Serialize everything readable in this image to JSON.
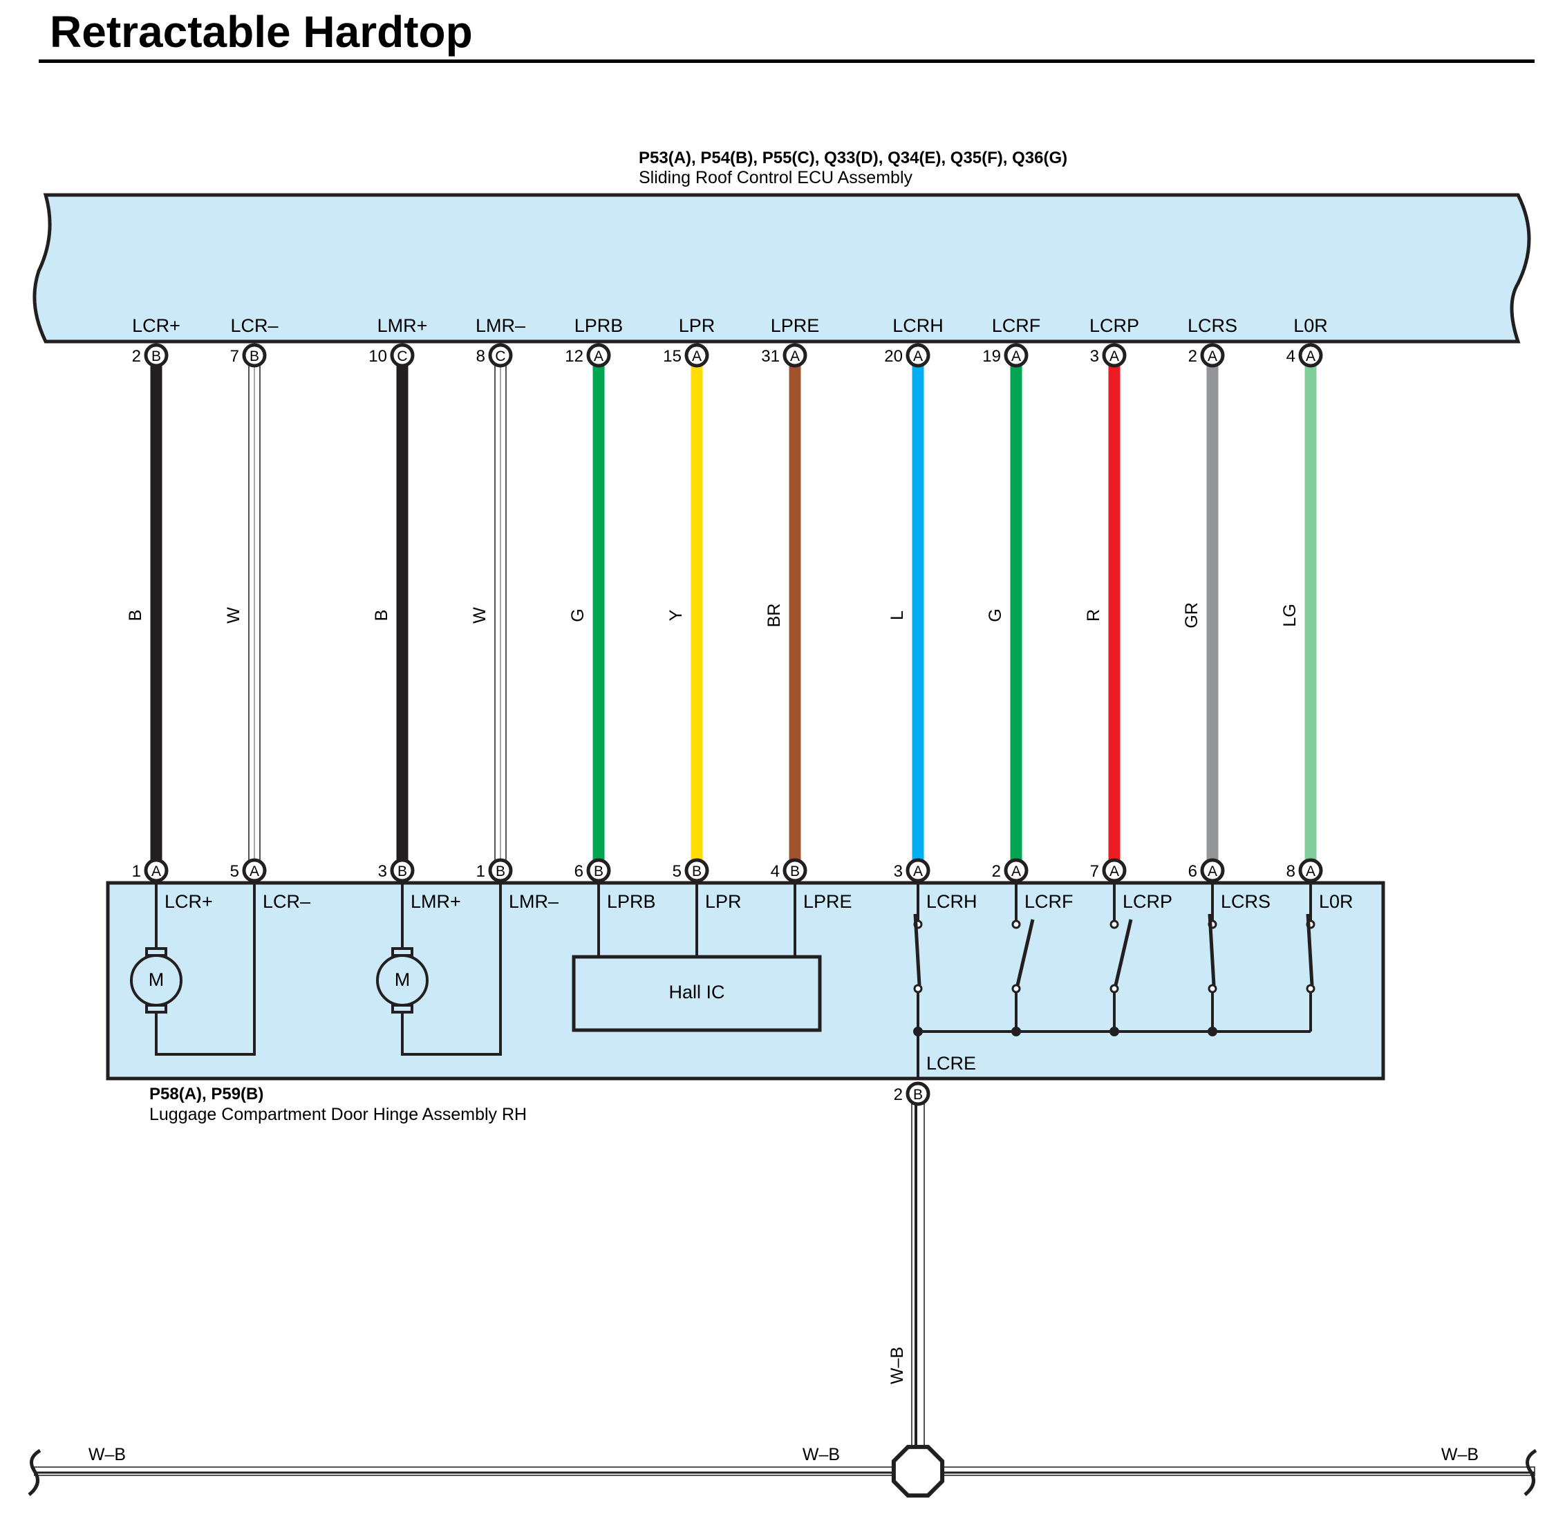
{
  "title": "Retractable Hardtop",
  "ecu": {
    "connectors": "P53(A), P54(B), P55(C), Q33(D), Q34(E), Q35(F), Q36(G)",
    "name": "Sliding Roof Control ECU Assembly"
  },
  "hinge": {
    "connectors": "P58(A), P59(B)",
    "name": "Luggage Compartment Door Hinge Assembly RH",
    "hall_label": "Hall IC",
    "motor_label": "M",
    "common_label": "LCRE",
    "common_pin": {
      "pin": "2",
      "conn": "B"
    }
  },
  "wires": [
    {
      "signal": "LCR+",
      "color_code": "B",
      "color": "#231f20",
      "top_pin": "2",
      "top_conn": "B",
      "bot_pin": "1",
      "bot_conn": "A",
      "hollow": false
    },
    {
      "signal": "LCR–",
      "color_code": "W",
      "color": "#ffffff",
      "top_pin": "7",
      "top_conn": "B",
      "bot_pin": "5",
      "bot_conn": "A",
      "hollow": true
    },
    {
      "signal": "LMR+",
      "color_code": "B",
      "color": "#231f20",
      "top_pin": "10",
      "top_conn": "C",
      "bot_pin": "3",
      "bot_conn": "B",
      "hollow": false
    },
    {
      "signal": "LMR–",
      "color_code": "W",
      "color": "#ffffff",
      "top_pin": "8",
      "top_conn": "C",
      "bot_pin": "1",
      "bot_conn": "B",
      "hollow": true
    },
    {
      "signal": "LPRB",
      "color_code": "G",
      "color": "#00a651",
      "top_pin": "12",
      "top_conn": "A",
      "bot_pin": "6",
      "bot_conn": "B",
      "hollow": false
    },
    {
      "signal": "LPR",
      "color_code": "Y",
      "color": "#ffdd00",
      "top_pin": "15",
      "top_conn": "A",
      "bot_pin": "5",
      "bot_conn": "B",
      "hollow": false
    },
    {
      "signal": "LPRE",
      "color_code": "BR",
      "color": "#a0522d",
      "top_pin": "31",
      "top_conn": "A",
      "bot_pin": "4",
      "bot_conn": "B",
      "hollow": false
    },
    {
      "signal": "LCRH",
      "color_code": "L",
      "color": "#00aeef",
      "top_pin": "20",
      "top_conn": "A",
      "bot_pin": "3",
      "bot_conn": "A",
      "hollow": false
    },
    {
      "signal": "LCRF",
      "color_code": "G",
      "color": "#00a651",
      "top_pin": "19",
      "top_conn": "A",
      "bot_pin": "2",
      "bot_conn": "A",
      "hollow": false
    },
    {
      "signal": "LCRP",
      "color_code": "R",
      "color": "#ed1c24",
      "top_pin": "3",
      "top_conn": "A",
      "bot_pin": "7",
      "bot_conn": "A",
      "hollow": false
    },
    {
      "signal": "LCRS",
      "color_code": "GR",
      "color": "#939598",
      "top_pin": "2",
      "top_conn": "A",
      "bot_pin": "6",
      "bot_conn": "A",
      "hollow": false
    },
    {
      "signal": "L0R",
      "color_code": "LG",
      "color": "#80cc9a",
      "top_pin": "4",
      "top_conn": "A",
      "bot_pin": "8",
      "bot_conn": "A",
      "hollow": false
    }
  ],
  "ground": {
    "drop_color_code": "W–B",
    "bus_labels": [
      "W–B",
      "W–B",
      "W–B"
    ]
  },
  "colors": {
    "panel_fill": "#cce9f8",
    "line": "#231f20"
  }
}
